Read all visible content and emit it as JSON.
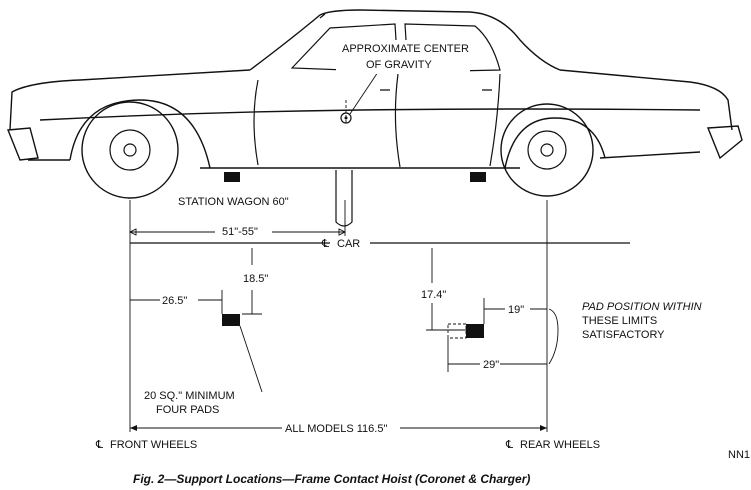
{
  "labels": {
    "cog_line1": "APPROXIMATE CENTER",
    "cog_line2": "OF GRAVITY",
    "station_wagon": "STATION WAGON 60\"",
    "dim_51_55": "51\"-55\"",
    "car_centerline": "CAR",
    "dim_18_5": "18.5\"",
    "dim_26_5": "26.5\"",
    "dim_17_4": "17.4\"",
    "dim_19": "19\"",
    "dim_29": "29\"",
    "pad_limits_line1": "PAD POSITION WITHIN",
    "pad_limits_line2": "THESE LIMITS",
    "pad_limits_line3": "SATISFACTORY",
    "min_pads_line1": "20 SQ.\" MINIMUM",
    "min_pads_line2": "FOUR PADS",
    "all_models": "ALL MODELS 116.5\"",
    "front_wheels": "FRONT WHEELS",
    "rear_wheels": "REAR WHEELS",
    "code": "NN1",
    "caption": "Fig. 2—Support Locations—Frame Contact Hoist (Coronet & Charger)"
  },
  "symbols": {
    "centerline": "℄"
  }
}
